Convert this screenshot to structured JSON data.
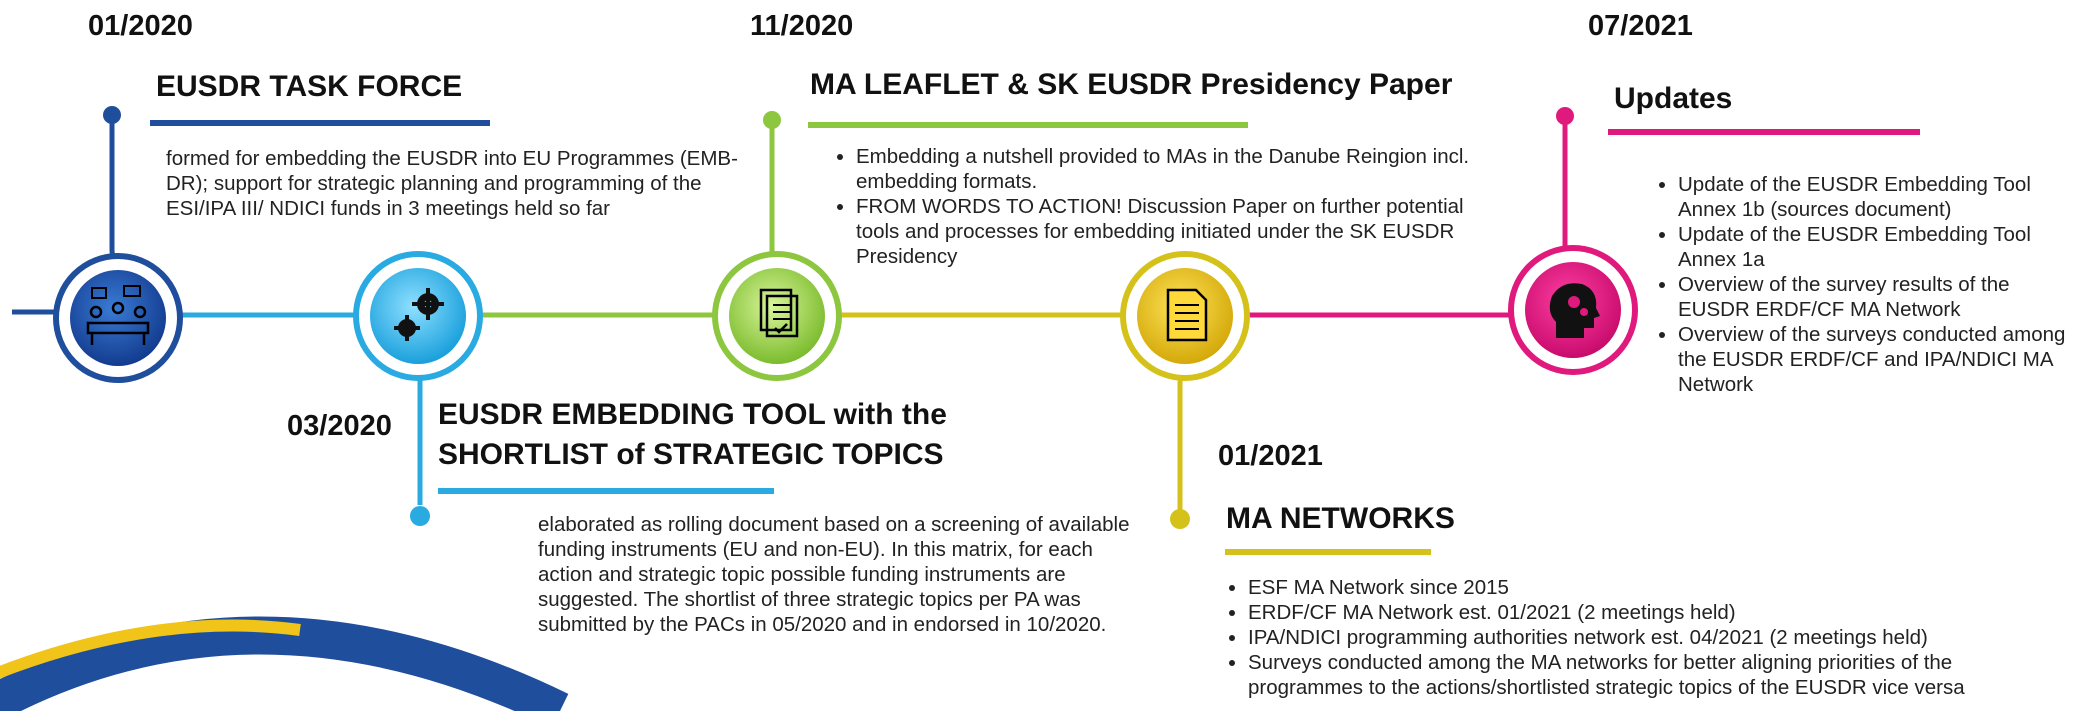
{
  "milestones": [
    {
      "date": "01/2020",
      "title": "EUSDR TASK FORCE",
      "text": "formed for embedding the EUSDR into EU Programmes (EMB-DR); support for strategic planning and programming of the ESI/IPA III/ NDICI funds in 3 meetings held so far",
      "icon": "meeting-icon",
      "color": "#1f4e9c"
    },
    {
      "date": "03/2020",
      "title_line1": "EUSDR EMBEDDING TOOL with the",
      "title_line2": "SHORTLIST of STRATEGIC TOPICS",
      "text": "elaborated as rolling document based on a screening of available funding instruments (EU and non-EU). In this matrix, for each action and strategic topic possible funding instruments are suggested. The shortlist of three strategic topics per PA was submitted by the PACs in 05/2020 and in endorsed in 10/2020.",
      "icon": "gears-icon",
      "color": "#29abe2"
    },
    {
      "date": "11/2020",
      "title": "MA LEAFLET & SK EUSDR Presidency Paper",
      "bullets": [
        "Embedding a nutshell provided to MAs in the Danube Reingion incl. embedding formats.",
        "FROM WORDS TO ACTION! Discussion Paper on further potential tools and processes for embedding initiated under the SK EUSDR Presidency"
      ],
      "icon": "checklist-icon",
      "color": "#8dc63f"
    },
    {
      "date": "01/2021",
      "title": "MA NETWORKS",
      "bullets": [
        "ESF MA Network since 2015",
        "ERDF/CF MA Network est. 01/2021 (2 meetings held)",
        "IPA/NDICI programming authorities network est. 04/2021 (2 meetings held)",
        "Surveys conducted among the MA networks for better aligning priorities of the programmes to the actions/shortlisted strategic topics of the EUSDR vice versa"
      ],
      "icon": "document-icon",
      "color": "#d4c21a"
    },
    {
      "date": "07/2021",
      "title": "Updates",
      "bullets": [
        "Update of the EUSDR Embedding Tool Annex 1b (sources document)",
        "Update of the EUSDR Embedding Tool Annex 1a",
        "Overview of the survey results of the EUSDR ERDF/CF MA Network",
        "Overview of the surveys conducted among the EUSDR ERDF/CF and IPA/NDICI MA Network"
      ],
      "icon": "head-gears-icon",
      "color": "#e0197d"
    }
  ]
}
